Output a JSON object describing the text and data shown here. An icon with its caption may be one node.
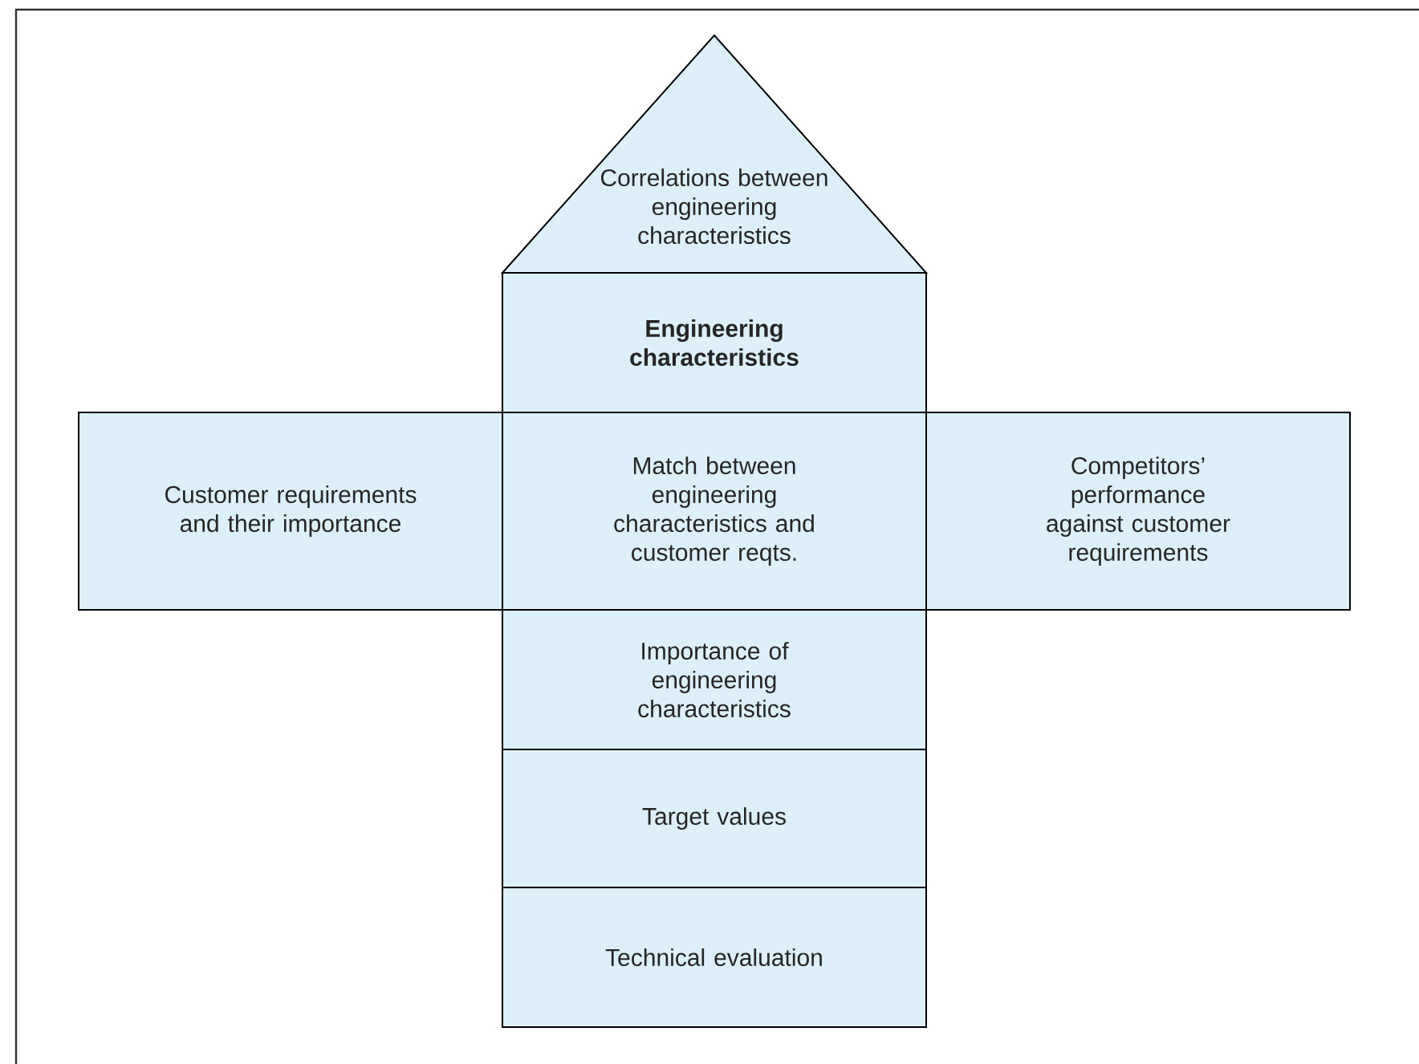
{
  "diagram": {
    "nodes": [
      {
        "text": [
          "Correlations between engineering characteristics"
        ]
      },
      {
        "text": [
          "Engineering characteristics"
        ]
      },
      {
        "text": [
          "Customer requirements and their importance"
        ]
      },
      {
        "text": [
          "Match between engineering characteristics and customer reqts."
        ]
      },
      {
        "text": [
          "Competitors’ performance against customer requirements"
        ]
      },
      {
        "text": [
          "Importance of engineering characteristics"
        ]
      },
      {
        "text": [
          "Target values"
        ]
      },
      {
        "text": [
          "Technical evaluation"
        ]
      }
    ]
  }
}
